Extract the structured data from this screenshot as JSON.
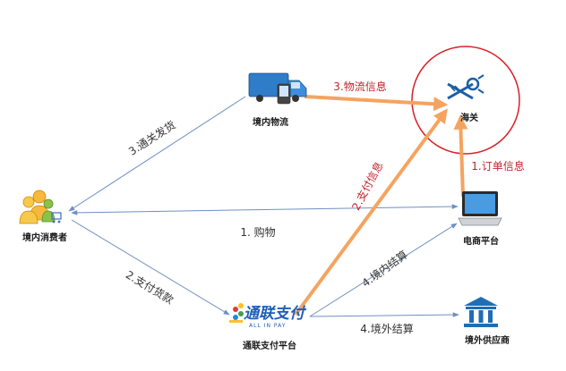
{
  "nodes": {
    "consumer": "境内消费者",
    "logistics": "境内物流",
    "customs": "海关",
    "ecommerce": "电商平台",
    "payment": "通联支付平台",
    "supplier": "境外供应商",
    "payment_logo_cn": "通联支付",
    "payment_logo_en": "ALL IN PAY"
  },
  "edges": {
    "ship": "3.通关发货",
    "shop": "1. 购物",
    "pay_goods": "2.支付货款",
    "logistics_info": "3.物流信息",
    "pay_info": "2.支付信息",
    "order_info": "1.订单信息",
    "domestic_settle": "4.境内结算",
    "overseas_settle": "4.境外结算"
  },
  "colors": {
    "blue_line": "#6e8fc3",
    "orange_line": "#f4a460",
    "red_text": "#c0262d",
    "circle": "#d92027"
  }
}
